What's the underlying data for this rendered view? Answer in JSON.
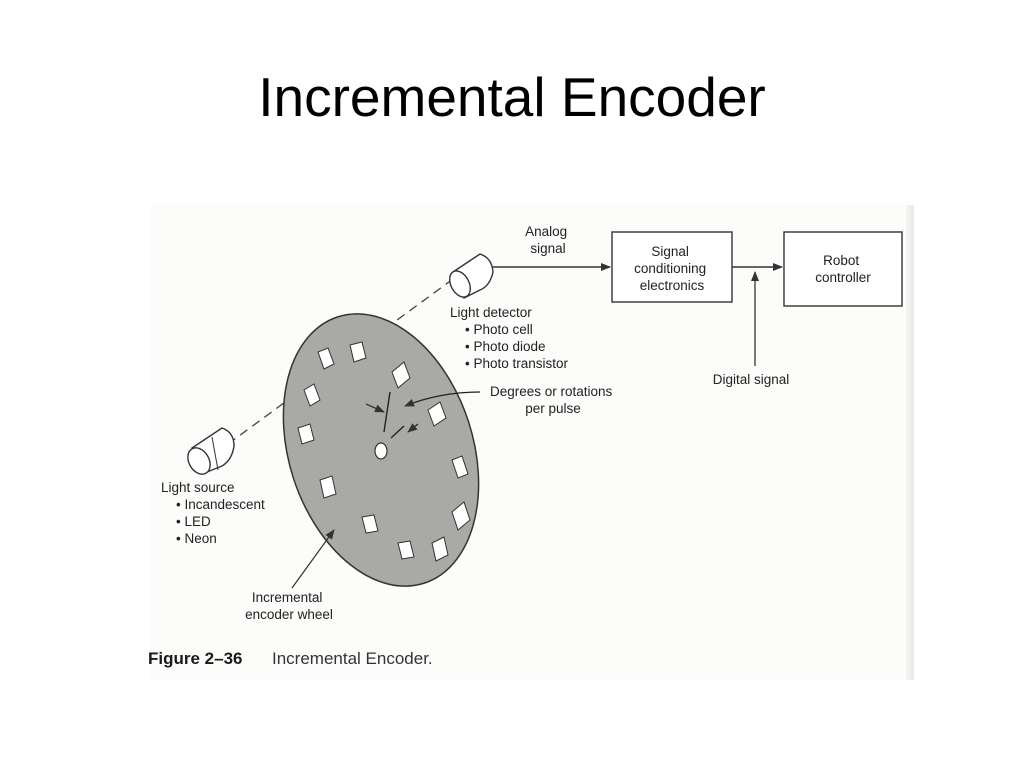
{
  "slide": {
    "title": "Incremental Encoder"
  },
  "diagram": {
    "analog_signal": [
      "Analog",
      "signal"
    ],
    "signal_conditioning": [
      "Signal",
      "conditioning",
      "electronics"
    ],
    "robot_controller": [
      "Robot",
      "controller"
    ],
    "light_detector": {
      "heading": "Light detector",
      "items": [
        "• Photo cell",
        "• Photo diode",
        "• Photo transistor"
      ]
    },
    "degrees_per_pulse": [
      "Degrees or rotations",
      "per pulse"
    ],
    "digital_signal": "Digital signal",
    "light_source": {
      "heading": "Light source",
      "items": [
        "• Incandescent",
        "• LED",
        "• Neon"
      ]
    },
    "encoder_wheel": [
      "Incremental",
      "encoder wheel"
    ],
    "caption": {
      "number": "Figure 2–36",
      "text": "Incremental Encoder."
    }
  },
  "colors": {
    "wheel_fill": "#a9a9a6",
    "slot_fill": "#ffffff",
    "line": "#333333"
  }
}
